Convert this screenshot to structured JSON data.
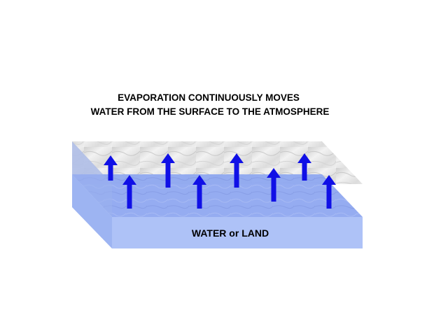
{
  "title": {
    "line1": "EVAPORATION CONTINUOUSLY MOVES",
    "line2": "WATER FROM THE SURFACE TO THE ATMOSPHERE"
  },
  "block": {
    "label": "WATER or LAND"
  },
  "arrows": {
    "count": 8,
    "direction": "up",
    "meaning": "evaporation"
  },
  "colors": {
    "arrow": "#1010e6",
    "water_top": "#8fa8f0",
    "water_front": "#aec2f7",
    "water_side": "#9db4f2",
    "surface_texture": "#e8e8e8",
    "text": "#000000",
    "background": "#ffffff"
  },
  "icons": {
    "arrow": "up-arrow-icon"
  }
}
